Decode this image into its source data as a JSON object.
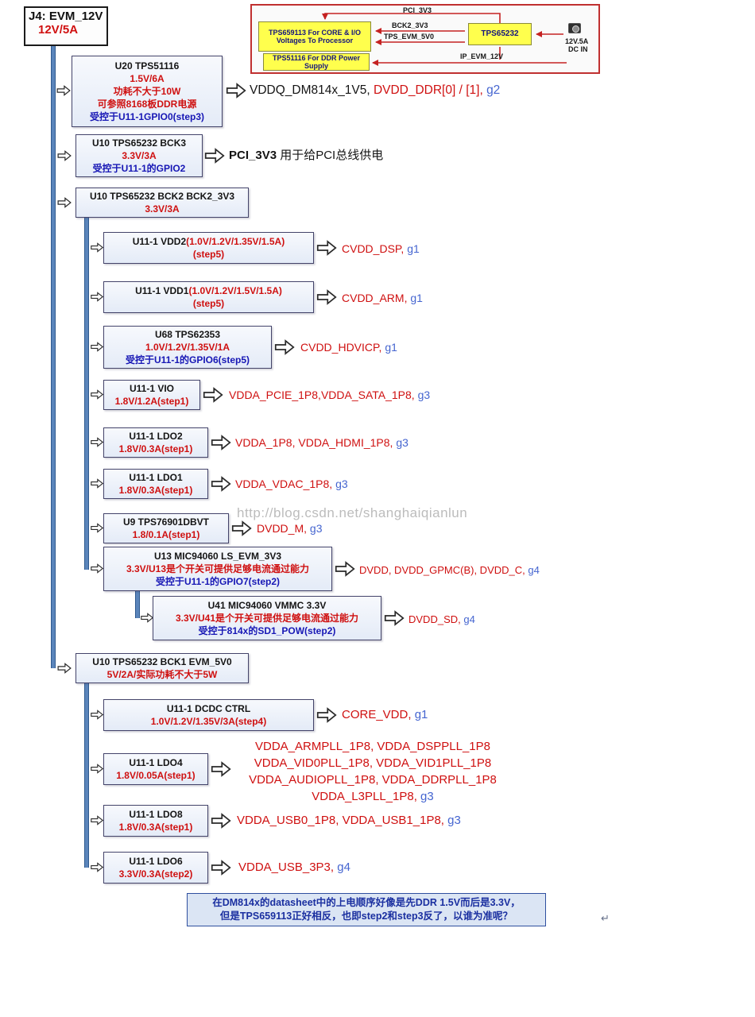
{
  "page": {
    "watermark": "http://blog.csdn.net/shanghaiqianlun",
    "return_mark": "↵"
  },
  "root": {
    "title": "J4: EVM_12V",
    "rating": "12V/5A"
  },
  "inset": {
    "pci_label": "PCI_3V3",
    "bck2_label": "BCK2_3V3",
    "evm5_label": "TPS_EVM_5V0",
    "ip12_label": "IP_EVM_12V",
    "dcin_line1": "12V.5A",
    "dcin_line2": "DC IN",
    "block_tps659113": "TPS659113 For CORE & I/O Voltages To Processor",
    "block_tps65232": "TPS65232",
    "block_tps51116": "TPS51116 For DDR Power Supply"
  },
  "nodes": {
    "u20": {
      "l1": "U20 TPS51116",
      "l2": "1.5V/6A",
      "l3": "功耗不大于10W",
      "l4": "可参照8168板DDR电源",
      "l5": "受控于U11-1GPIO0(step3)",
      "out_black": "VDDQ_DM814x_1V5, ",
      "out_red": "DVDD_DDR[0] / [1], ",
      "out_g": "g2"
    },
    "bck3": {
      "l1": "U10 TPS65232 BCK3",
      "l2": "3.3V/3A",
      "l3": "受控于U11-1的GPIO2",
      "out_bold": "PCI_3V3",
      "out_rest": " 用于给PCI总线供电"
    },
    "bck2": {
      "l1": "U10 TPS65232 BCK2 BCK2_3V3",
      "l2": "3.3V/3A"
    },
    "vdd2": {
      "l1a": "U11-1 VDD2",
      "l1b": "(1.0V/1.2V/1.35V/1.5A)",
      "l2": "(step5)",
      "out_red": "CVDD_DSP, ",
      "out_g": "g1"
    },
    "vdd1": {
      "l1a": "U11-1 VDD1",
      "l1b": "(1.0V/1.2V/1.5V/1.5A)",
      "l2": "(step5)",
      "out_red": "CVDD_ARM, ",
      "out_g": "g1"
    },
    "u68": {
      "l1": "U68 TPS62353",
      "l2": "1.0V/1.2V/1.35V/1A",
      "l3": "受控于U11-1的GPIO6(step5)",
      "out_red": "CVDD_HDVICP, ",
      "out_g": "g1"
    },
    "vio": {
      "l1": "U11-1 VIO",
      "l2": "1.8V/1.2A(step1)",
      "out_red": "VDDA_PCIE_1P8,VDDA_SATA_1P8, ",
      "out_g": "g3"
    },
    "ldo2": {
      "l1": "U11-1 LDO2",
      "l2": "1.8V/0.3A(step1)",
      "out_red": "VDDA_1P8, VDDA_HDMI_1P8, ",
      "out_g": "g3"
    },
    "ldo1": {
      "l1": "U11-1 LDO1",
      "l2": "1.8V/0.3A(step1)",
      "out_red": "VDDA_VDAC_1P8, ",
      "out_g": "g3"
    },
    "u9": {
      "l1": "U9 TPS76901DBVT",
      "l2": "1.8/0.1A(step1)",
      "out_red": "DVDD_M, ",
      "out_g": "g3"
    },
    "u13": {
      "l1": "U13 MIC94060 LS_EVM_3V3",
      "l2": "3.3V/U13是个开关可提供足够电流通过能力",
      "l3": "受控于U11-1的GPIO7(step2)",
      "out_red": "DVDD, DVDD_GPMC(B), DVDD_C, ",
      "out_g": "g4"
    },
    "u41": {
      "l1": "U41 MIC94060 VMMC 3.3V",
      "l2": "3.3V/U41是个开关可提供足够电流通过能力",
      "l3": "受控于814x的SD1_POW(step2)",
      "out_red": "DVDD_SD, ",
      "out_g": "g4"
    },
    "bck1": {
      "l1": "U10 TPS65232 BCK1 EVM_5V0",
      "l2": "5V/2A/实际功耗不大于5W"
    },
    "dcdc": {
      "l1": "U11-1 DCDC CTRL",
      "l2": "1.0V/1.2V/1.35V/3A(step4)",
      "out_red": "CORE_VDD, ",
      "out_g": "g1"
    },
    "ldo4": {
      "l1": "U11-1 LDO4",
      "l2": "1.8V/0.05A(step1)",
      "out_line1": "VDDA_ARMPLL_1P8, VDDA_DSPPLL_1P8",
      "out_line2": "VDDA_VID0PLL_1P8, VDDA_VID1PLL_1P8",
      "out_line3": "VDDA_AUDIOPLL_1P8, VDDA_DDRPLL_1P8",
      "out_line4": "VDDA_L3PLL_1P8, ",
      "out_g": "g3"
    },
    "ldo8": {
      "l1": "U11-1 LDO8",
      "l2": "1.8V/0.3A(step1)",
      "out_red": "VDDA_USB0_1P8, VDDA_USB1_1P8, ",
      "out_g": "g3"
    },
    "ldo6": {
      "l1": "U11-1 LDO6",
      "l2": "3.3V/0.3A(step2)",
      "out_red": "VDDA_USB_3P3, ",
      "out_g": "g4"
    }
  },
  "note": {
    "line1": "在DM814x的datasheet中的上电顺序好像是先DDR 1.5V而后是3.3V，",
    "line2": "但是TPS659113正好相反，也即step2和step3反了，以谁为准呢？"
  },
  "colors": {
    "red": "#cf1010",
    "blue_cn": "#1717b5",
    "blue_g": "#4565d0",
    "trunk": "#5b85bb",
    "box_bg": "#e9eff9",
    "yellow": "#ffff4d"
  }
}
